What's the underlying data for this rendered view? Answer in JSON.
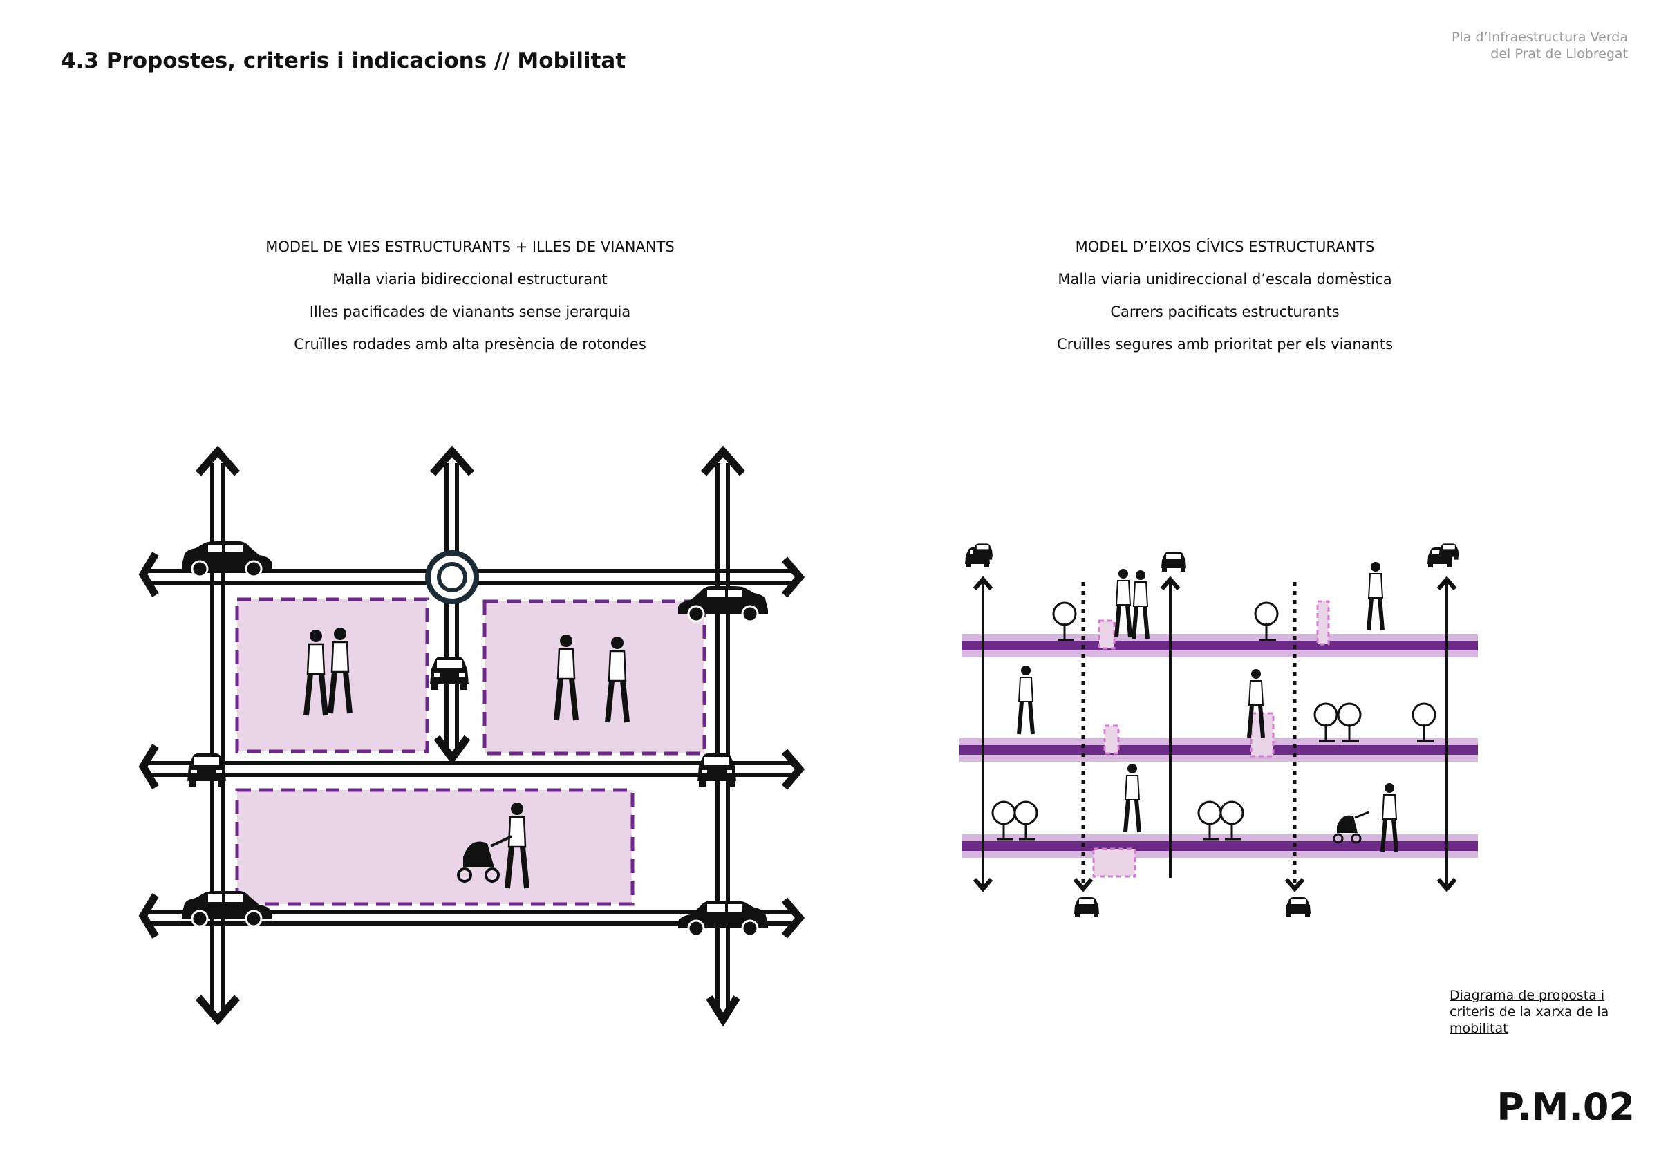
{
  "header": {
    "title": "4.3 Propostes, criteris i indicacions // Mobilitat",
    "subtitle_line1": "Pla d’Infraestructura Verda",
    "subtitle_line2": "del Prat de Llobregat"
  },
  "models": [
    {
      "title": "MODEL DE VIES ESTRUCTURANTS + ILLES DE VIANANTS",
      "lines": [
        "Malla viaria bidireccional estructurant",
        "Illes pacificades de vianants sense jerarquia",
        "Cruïlles rodades amb alta presència de rotondes"
      ]
    },
    {
      "title": "MODEL D’EIXOS CÍVICS ESTRUCTURANTS",
      "lines": [
        "Malla viaria unidireccional d’escala domèstica",
        "Carrers pacificats estructurants",
        "Cruïlles segures amb prioritat per els vianants"
      ]
    }
  ],
  "caption": "Diagrama de proposta i criteris de la xarxa de la mobilitat",
  "page_code": "P.M.02",
  "colors": {
    "purple_dark": "#6b2a86",
    "purple_light": "#d7b7e0",
    "zone_fill": "#e9d4e8",
    "zone_border": "#6b2a86",
    "road": "#111111",
    "roundabout": "#1c2b36"
  },
  "icons": {
    "car": "car-icon",
    "arrow": "arrow-icon",
    "roundabout": "roundabout-icon",
    "tree": "tree-icon",
    "pedestrian": "pedestrian-icon",
    "stroller": "stroller-icon"
  }
}
